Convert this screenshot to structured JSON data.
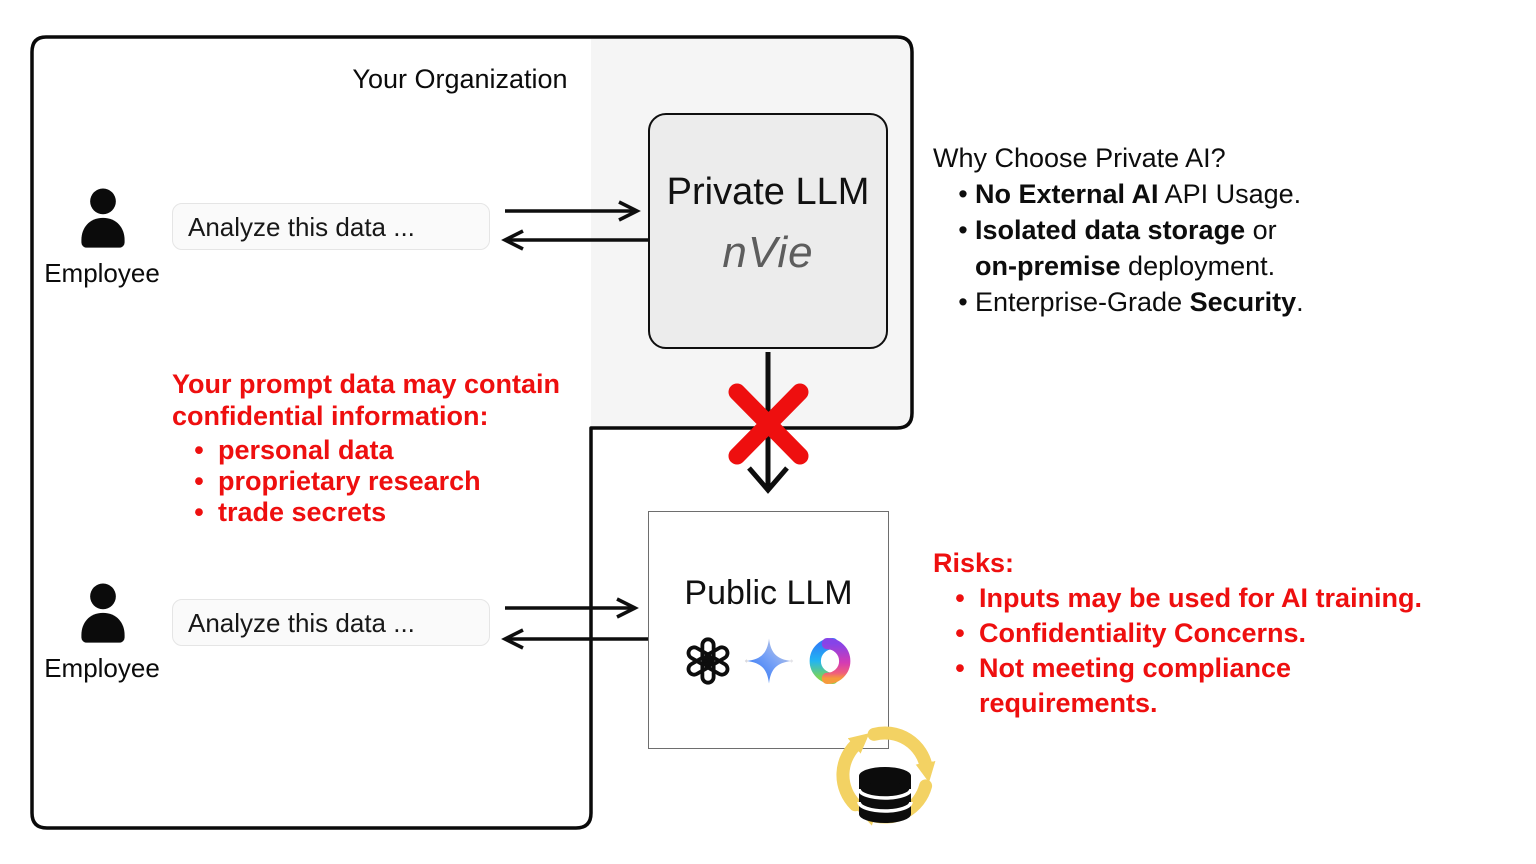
{
  "org": {
    "label": "Your Organization"
  },
  "employee_top": {
    "label": "Employee",
    "prompt": "Analyze this data ..."
  },
  "employee_bottom": {
    "label": "Employee",
    "prompt": "Analyze this data ..."
  },
  "private_llm": {
    "title": "Private LLM",
    "brand": "nVie"
  },
  "public_llm": {
    "title": "Public LLM",
    "logos": [
      "openai",
      "gemini",
      "copilot"
    ]
  },
  "why_private": {
    "title": "Why Choose Private AI?",
    "bullet1": {
      "bold": "No External AI",
      "rest": " API Usage."
    },
    "bullet2": {
      "bold": "Isolated data storage",
      "rest": " or"
    },
    "bullet2_line2": {
      "bold": "on-premise",
      "rest": " deployment."
    },
    "bullet3": {
      "pre": "Enterprise-Grade ",
      "bold": "Security",
      "rest": "."
    }
  },
  "warning": {
    "heading": "Your prompt data may contain confidential information:",
    "bullets": [
      "personal data",
      "proprietary research",
      "trade secrets"
    ]
  },
  "risks": {
    "title": "Risks:",
    "bullets": [
      "Inputs may be used for AI training.",
      "Confidentiality Concerns.",
      "Not meeting compliance requirements."
    ]
  },
  "colors": {
    "alert_red": "#ee0f0f",
    "recycle_yellow": "#f3d263",
    "org_shade": "#f5f5f5",
    "private_box_fill": "#ececec"
  }
}
